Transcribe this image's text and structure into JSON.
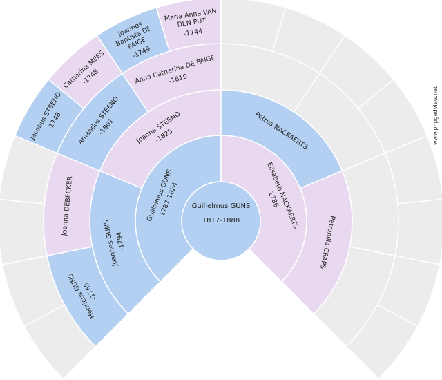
{
  "site_credit": "www.phpgedview.net",
  "colors": {
    "male": "#b3d0f2",
    "female": "#e9d9f0",
    "empty": "#ececec",
    "separator": "#ffffff",
    "text": "#222222"
  },
  "root": {
    "name": "Guillelmus GUNS",
    "dates": "1817-1888",
    "sex": "male"
  },
  "people": [
    {
      "gen": 1,
      "slot": 0,
      "name": "Guillelmus GUNS",
      "dates": "1787-1824",
      "sex": "male"
    },
    {
      "gen": 1,
      "slot": 1,
      "name": "Elisabeth NACKAERTS",
      "dates": "1786",
      "sex": "female"
    },
    {
      "gen": 2,
      "slot": 0,
      "name": "Joannes GUNS",
      "dates": "-1794",
      "sex": "male"
    },
    {
      "gen": 2,
      "slot": 1,
      "name": "Joanna STEENO",
      "dates": "-1825",
      "sex": "female"
    },
    {
      "gen": 2,
      "slot": 2,
      "name": "Petrus NACKAERTS",
      "dates": "",
      "sex": "male"
    },
    {
      "gen": 2,
      "slot": 3,
      "name": "Petronilla CRAPS",
      "dates": "",
      "sex": "female"
    },
    {
      "gen": 3,
      "slot": 0,
      "name": "Henricus GUNS",
      "dates": "-1765",
      "sex": "male"
    },
    {
      "gen": 3,
      "slot": 1,
      "name": "Joanna DEBECKER",
      "dates": "",
      "sex": "female"
    },
    {
      "gen": 3,
      "slot": 2,
      "name": "Amandus STEENO",
      "dates": "-1801",
      "sex": "male"
    },
    {
      "gen": 3,
      "slot": 3,
      "name": "Anna Catharina DE PAIGE",
      "dates": "-1810",
      "sex": "female"
    },
    {
      "gen": 3,
      "slot": 4,
      "name": "",
      "dates": "",
      "sex": "empty"
    },
    {
      "gen": 3,
      "slot": 5,
      "name": "",
      "dates": "",
      "sex": "empty"
    },
    {
      "gen": 3,
      "slot": 6,
      "name": "",
      "dates": "",
      "sex": "empty"
    },
    {
      "gen": 3,
      "slot": 7,
      "name": "",
      "dates": "",
      "sex": "empty"
    },
    {
      "gen": 4,
      "slot": 0,
      "name": "",
      "dates": "",
      "sex": "empty"
    },
    {
      "gen": 4,
      "slot": 1,
      "name": "",
      "dates": "",
      "sex": "empty"
    },
    {
      "gen": 4,
      "slot": 2,
      "name": "",
      "dates": "",
      "sex": "empty"
    },
    {
      "gen": 4,
      "slot": 3,
      "name": "",
      "dates": "",
      "sex": "empty"
    },
    {
      "gen": 4,
      "slot": 4,
      "name": "Jacobus STEENO",
      "dates": "-1748",
      "sex": "male"
    },
    {
      "gen": 4,
      "slot": 5,
      "name": "Catharina MEES",
      "dates": "-1748",
      "sex": "female"
    },
    {
      "gen": 4,
      "slot": 6,
      "name": "Joannes Baptista DE PAIGE",
      "dates": "-1749",
      "sex": "male"
    },
    {
      "gen": 4,
      "slot": 7,
      "name": "Maria Anna VAN DEN PUT",
      "dates": "-1744",
      "sex": "female"
    },
    {
      "gen": 4,
      "slot": 8,
      "name": "",
      "dates": "",
      "sex": "empty"
    },
    {
      "gen": 4,
      "slot": 9,
      "name": "",
      "dates": "",
      "sex": "empty"
    },
    {
      "gen": 4,
      "slot": 10,
      "name": "",
      "dates": "",
      "sex": "empty"
    },
    {
      "gen": 4,
      "slot": 11,
      "name": "",
      "dates": "",
      "sex": "empty"
    },
    {
      "gen": 4,
      "slot": 12,
      "name": "",
      "dates": "",
      "sex": "empty"
    },
    {
      "gen": 4,
      "slot": 13,
      "name": "",
      "dates": "",
      "sex": "empty"
    },
    {
      "gen": 4,
      "slot": 14,
      "name": "",
      "dates": "",
      "sex": "empty"
    },
    {
      "gen": 4,
      "slot": 15,
      "name": "",
      "dates": "",
      "sex": "empty"
    }
  ]
}
